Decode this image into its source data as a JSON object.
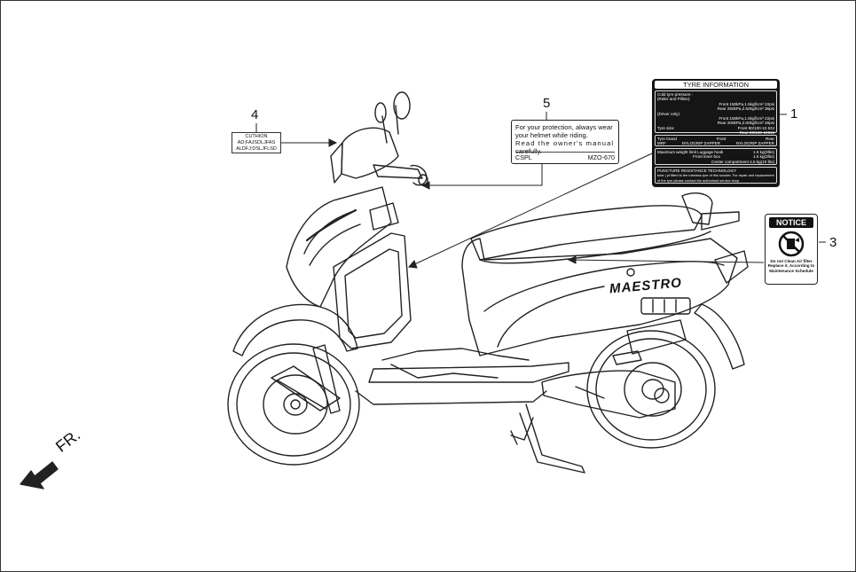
{
  "callouts": {
    "n1": "1",
    "n3": "3",
    "n4": "4",
    "n5": "5"
  },
  "label_cushion": {
    "line1": "CUTHION",
    "line2": "AD;FAJSDLJFAS",
    "line3": "ALDFJ;DSLJFLSD"
  },
  "label_helmet": {
    "line1": "For your protection, always wear",
    "line2": "your helmet while riding.",
    "line3": "Read the owner's manual",
    "line4": "carefully.",
    "footer_left": "CSPL",
    "footer_right": "MZO-670"
  },
  "label_tyre": {
    "title": "TYRE INFORMATION",
    "p1": "Cold tyre pressure :",
    "p2": "(Rider and Pillion)",
    "p3": "Front 150kPa,1.5kgf/cm² 22psi",
    "p4": "Rear 250kPa,2.50kgf/cm² 36psi",
    "p5": "(Driver only)",
    "p6": "Front 150kPa,1.5kgf/cm² 22psi",
    "p7": "Rear 200kPa,2.00kgf/cm² 29psi",
    "p8": "Tyre size:",
    "p9": "Front  90/100-10 53J",
    "p10": "Rear  90/100-1053J",
    "b_head_left": "Tyre brand",
    "b_head_front": "Front",
    "b_head_rear": "Rear",
    "b_brand": "MRF",
    "b_front": "NYLOGRIP ZAPPER",
    "b_rear": "NYLOGRIP ZAPPER",
    "w1": "Maximum weight limit  Luggage hook",
    "w1v": "1.5 kg(3lbs)",
    "w2": "Front inner box",
    "w2v": "1.5 kg(3lbs)",
    "w3": "Center compartment  4.5 kg(10 lbs)",
    "t1": "PUNCTURE RESISTANCE TECHNOLOGY",
    "t2": "tube | pf fitted to the tubeless tyre of this scooter. For repair and replacement",
    "t3": "of the tyre please contact the authorised service shop."
  },
  "label_notice": {
    "head": "NOTICE",
    "line1": "Do not Clean Air filter",
    "line2": "Replace it, According to",
    "line3": "Maintenance Schedule"
  },
  "body_text": {
    "brand": "MAESTRO",
    "fr": "FR."
  }
}
